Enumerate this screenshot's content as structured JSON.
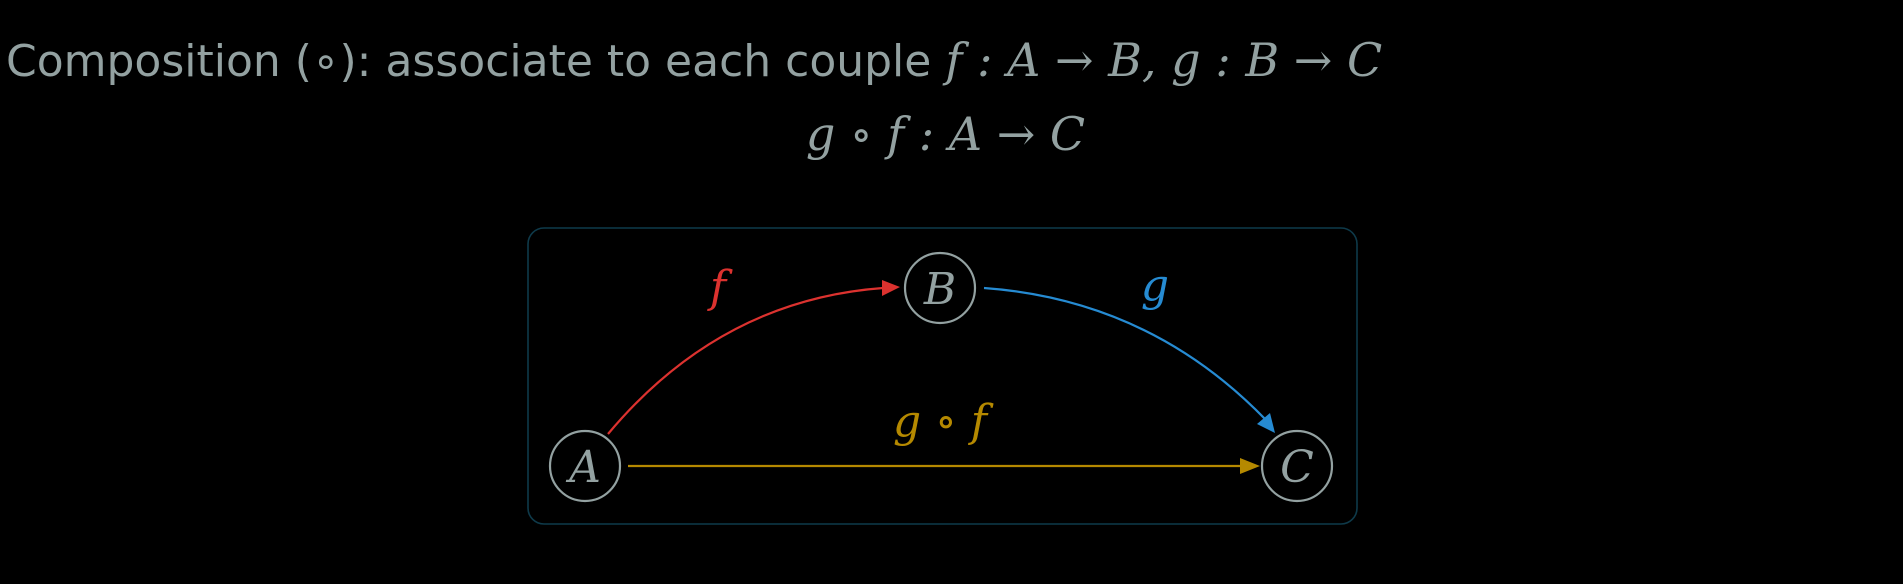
{
  "heading": {
    "prefix": "Composition (∘): associate to each couple ",
    "formula": "f : A → B, g : B → C"
  },
  "result_formula": "g ∘ f : A → C",
  "diagram": {
    "frame_color": "#0e3a4a",
    "node_color": "#93a1a1",
    "nodes": [
      {
        "id": "A",
        "label": "A"
      },
      {
        "id": "B",
        "label": "B"
      },
      {
        "id": "C",
        "label": "C"
      }
    ],
    "edges": [
      {
        "id": "f",
        "from": "A",
        "to": "B",
        "label": "f",
        "color": "#dc322f"
      },
      {
        "id": "g",
        "from": "B",
        "to": "C",
        "label": "g",
        "color": "#268bd2"
      },
      {
        "id": "gf",
        "from": "A",
        "to": "C",
        "label": "g ∘ f",
        "color": "#b58900"
      }
    ]
  }
}
